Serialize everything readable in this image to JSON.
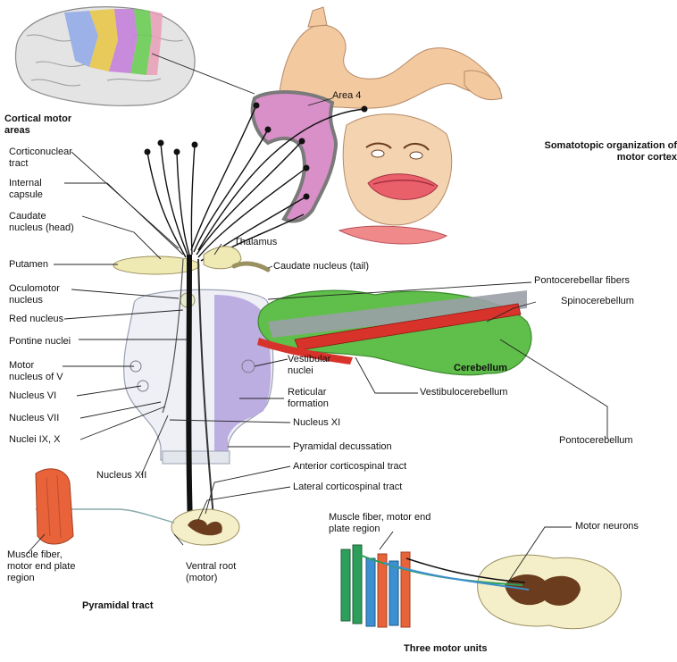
{
  "labels": {
    "cortical_motor_areas": "Cortical motor\nareas",
    "area_4": "Area 4",
    "somatotopic": "Somatotopic organization of\nmotor cortex",
    "corticonuclear_tract": "Corticonuclear\ntract",
    "internal_capsule": "Internal\ncapsule",
    "caudate_head": "Caudate\nnucleus (head)",
    "thalamus": "Thalamus",
    "putamen": "Putamen",
    "caudate_tail": "Caudate nucleus (tail)",
    "oculomotor_nucleus": "Oculomotor\nnucleus",
    "pontocerebellar_fibers": "Pontocerebellar fibers",
    "red_nucleus": "Red nucleus",
    "spinocerebellum": "Spinocerebellum",
    "pontine_nuclei": "Pontine nuclei",
    "motor_nucleus_v": "Motor\nnucleus of V",
    "vestibular_nuclei": "Vestibular\nnuclei",
    "cerebellum": "Cerebellum",
    "vestibulocerebellum": "Vestibulocerebellum",
    "nucleus_vi": "Nucleus VI",
    "reticular_formation": "Reticular\nformation",
    "nucleus_vii": "Nucleus VII",
    "nucleus_xi": "Nucleus XI",
    "nuclei_ix_x": "Nuclei IX, X",
    "pyramidal_decussation": "Pyramidal decussation",
    "pontocerebellum": "Pontocerebellum",
    "nucleus_xii": "Nucleus XII",
    "anterior_corticospinal": "Anterior corticospinal tract",
    "lateral_corticospinal": "Lateral corticospinal tract",
    "muscle_fiber_plate_left": "Muscle fiber,\nmotor end plate\nregion",
    "ventral_root": "Ventral root\n(motor)",
    "muscle_fiber_plate_right": "Muscle fiber, motor end\nplate region",
    "motor_neurons": "Motor neurons",
    "pyramidal_tract": "Pyramidal tract",
    "three_motor_units": "Three motor units"
  },
  "colors": {
    "motor_cortex_pink": "#d98fc8",
    "brainstem_purple": "#b7a6e0",
    "cerebellum_green": "#5fbf4a",
    "fiber_red": "#d8332b",
    "spinocerebellum_gray": "#9aa0a6",
    "basal_ganglia_yellow": "#efe9b4",
    "spinal_gray_matter": "#6b3d1e",
    "skin": "#f3c9a0",
    "muscle_green": "#2e9e5b",
    "muscle_blue": "#3c8fd0",
    "muscle_orange": "#e8633a"
  }
}
